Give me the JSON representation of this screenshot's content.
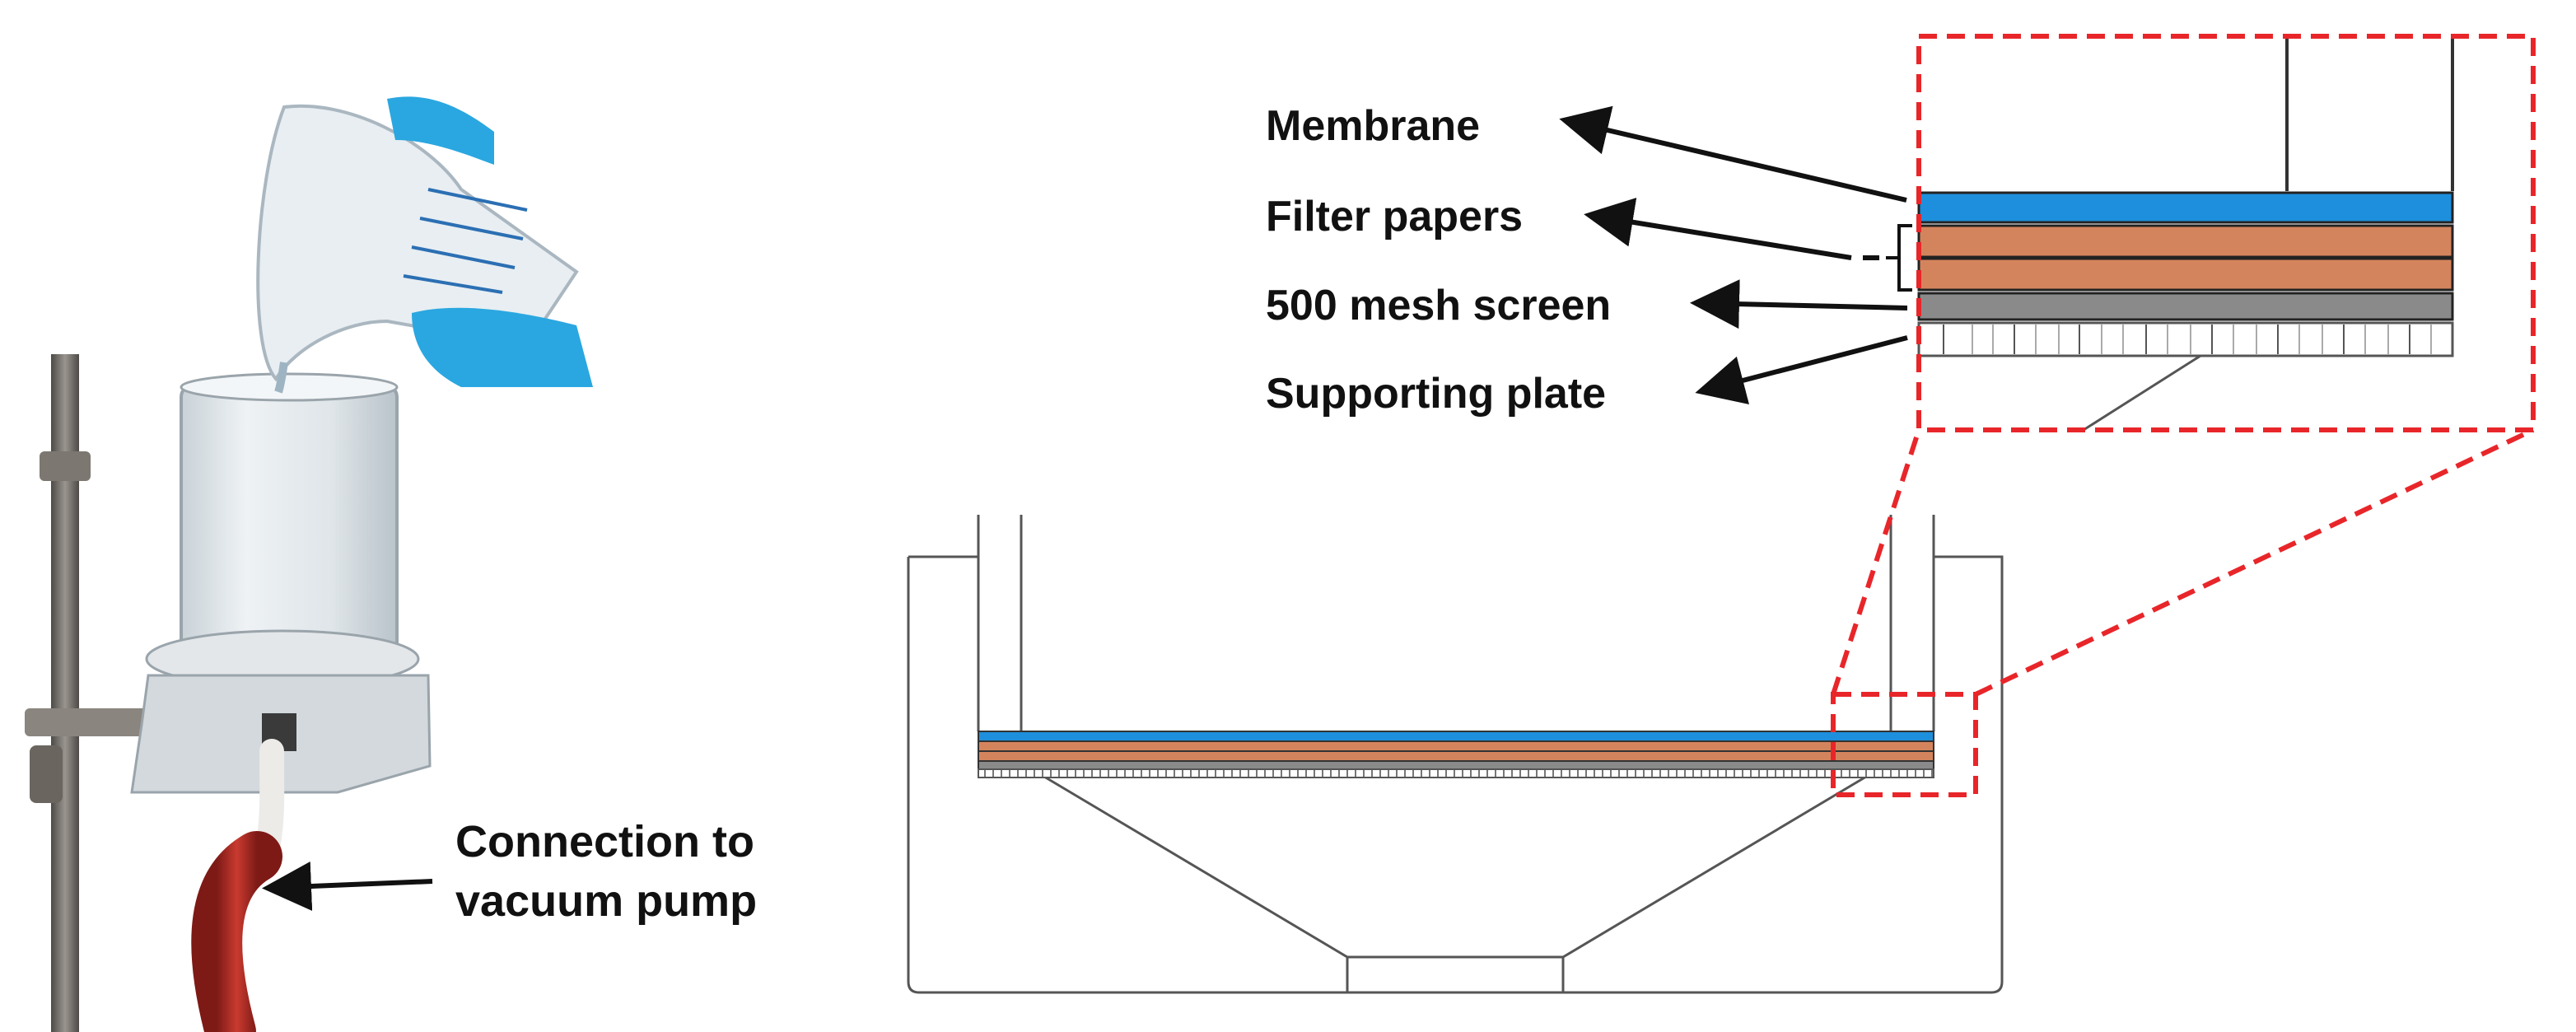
{
  "labels": {
    "membrane": "Membrane",
    "filter_papers": "Filter papers",
    "mesh_screen": "500 mesh screen",
    "supporting_plate": "Supporting plate",
    "connection_line1": "Connection to",
    "connection_line2": "vacuum pump"
  },
  "colors": {
    "membrane": "#1e8fdc",
    "filter_paper": "#d4845c",
    "mesh_screen": "#8a8a8a",
    "zoom_box": "#e8262a",
    "outline": "#555555",
    "tubing": "#b02822",
    "glove": "#2aa7e0",
    "rod": "#6e6a66"
  }
}
